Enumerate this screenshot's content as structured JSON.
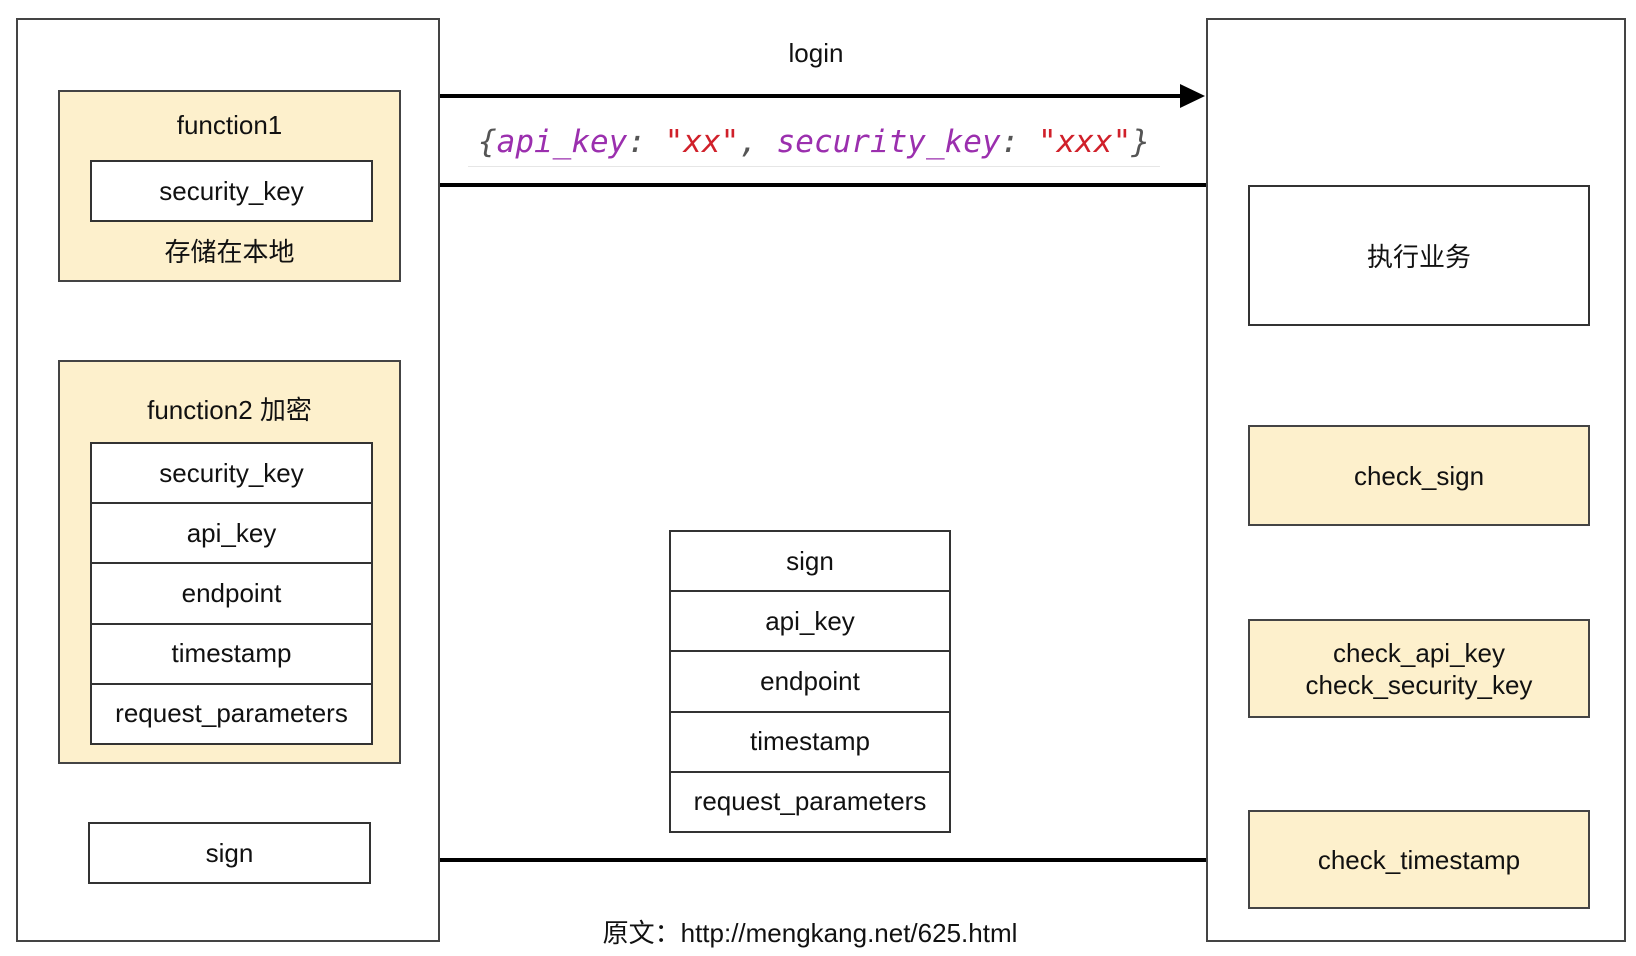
{
  "login_label": "login",
  "response": {
    "open_brace": "{",
    "key1": "api_key",
    "colon1": ": ",
    "val1": "\"xx\"",
    "comma": ", ",
    "key2": "security_key",
    "colon2": ": ",
    "val2": "\"xxx\"",
    "close_brace": "}"
  },
  "client": {
    "function1": {
      "title": "function1",
      "field": "security_key",
      "note": "存储在本地"
    },
    "function2": {
      "title": "function2 加密",
      "fields": [
        "security_key",
        "api_key",
        "endpoint",
        "timestamp",
        "request_parameters"
      ]
    },
    "output": "sign"
  },
  "request": {
    "fields": [
      "sign",
      "api_key",
      "endpoint",
      "timestamp",
      "request_parameters"
    ]
  },
  "server": {
    "business": "执行业务",
    "check_sign": "check_sign",
    "check_keys": [
      "check_api_key",
      "check_security_key"
    ],
    "check_timestamp": "check_timestamp"
  },
  "footer": "原文：http://mengkang.net/625.html",
  "colors": {
    "box_fill": "#fdf0cc",
    "border": "#444444",
    "arrow": "#000000",
    "code_key": "#9b2fae",
    "code_value": "#d0202a"
  }
}
